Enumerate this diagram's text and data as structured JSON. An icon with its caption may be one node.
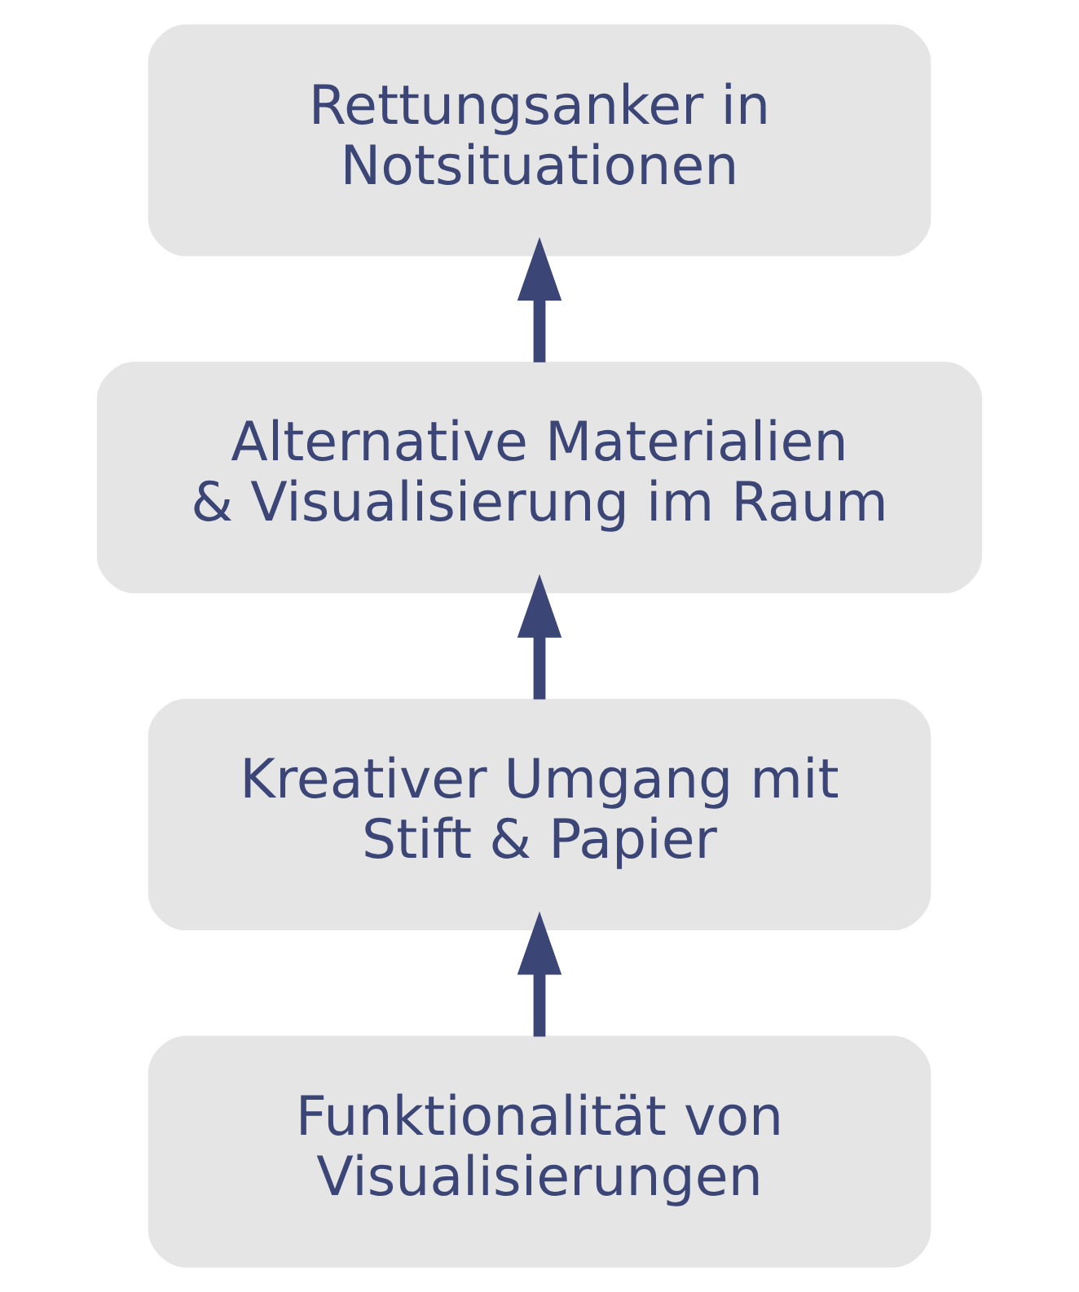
{
  "diagram": {
    "nodes": [
      {
        "text": [
          "Rettungsanker in Notsituationen"
        ]
      },
      {
        "text": [
          "Alternative Materialien & Visualisierung im Raum"
        ]
      },
      {
        "text": [
          "Kreativer Umgang mit Stift & Papier"
        ]
      },
      {
        "text": [
          "Funktionalität von Visualisierungen"
        ]
      }
    ],
    "edges": [
      {
        "from": 3,
        "to": 2,
        "arrow": "to"
      },
      {
        "from": 2,
        "to": 1,
        "arrow": "to"
      },
      {
        "from": 1,
        "to": 0,
        "arrow": "to"
      }
    ]
  }
}
